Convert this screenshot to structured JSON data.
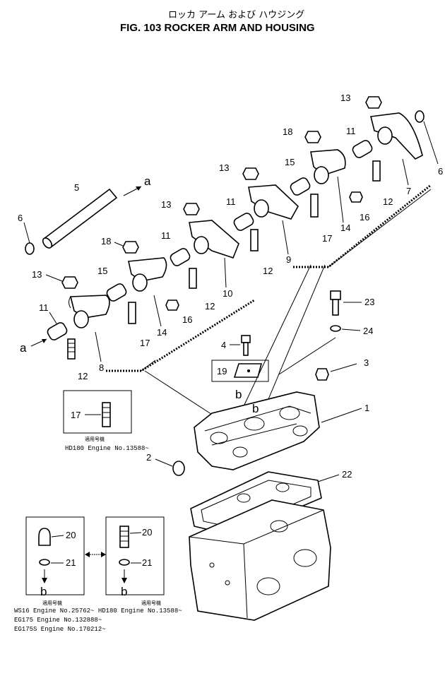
{
  "title": {
    "japanese": "ロッカ アーム および ハウジング",
    "english": "FIG. 103  ROCKER ARM AND HOUSING"
  },
  "labels": {
    "p1": "1",
    "p2": "2",
    "p3": "3",
    "p4": "4",
    "p5": "5",
    "p6a": "6",
    "p6b": "6",
    "p7": "7",
    "p8": "8",
    "p9": "9",
    "p10": "10",
    "p11a": "11",
    "p11b": "11",
    "p11c": "11",
    "p11d": "11",
    "p12a": "12",
    "p12b": "12",
    "p12c": "12",
    "p12d": "12",
    "p13a": "13",
    "p13b": "13",
    "p13c": "13",
    "p13d": "13",
    "p14a": "14",
    "p14b": "14",
    "p15a": "15",
    "p15b": "15",
    "p16a": "16",
    "p16b": "16",
    "p17a": "17",
    "p17b": "17",
    "p17c": "17",
    "p18a": "18",
    "p18b": "18",
    "p19": "19",
    "p20a": "20",
    "p20b": "20",
    "p21a": "21",
    "p21b": "21",
    "p22": "22",
    "p23": "23",
    "p24": "24",
    "ref_a1": "a",
    "ref_a2": "a",
    "ref_b1": "b",
    "ref_b2": "b",
    "ref_b3": "b"
  },
  "notes": {
    "inset17_jp": "適用号機",
    "inset17_en": "HD180 Engine No.13588~",
    "inset21_jp": "適用号機",
    "bottom_line1": "WS16   Engine No.25762~  HD180 Engine No.13588~",
    "bottom_line2": "EG175  Engine No.132888~",
    "bottom_line3": "EG175S Engine No.170212~"
  }
}
